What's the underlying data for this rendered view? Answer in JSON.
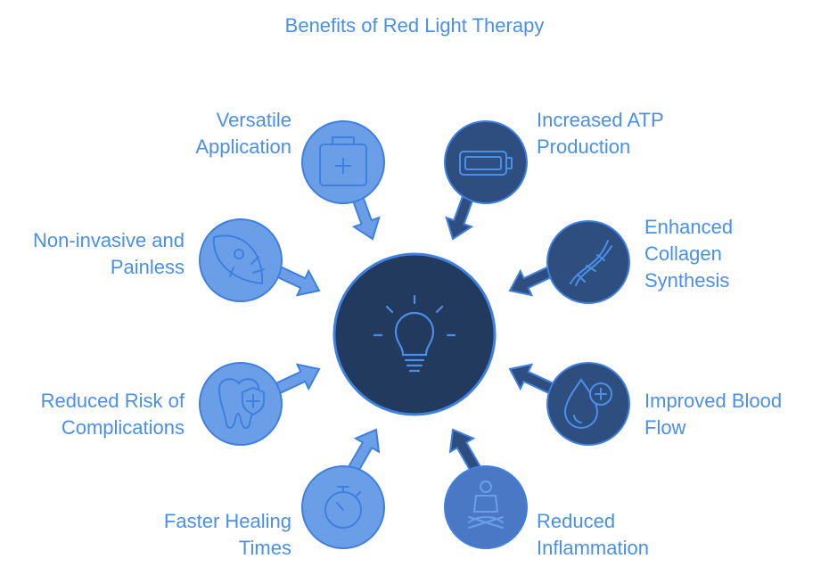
{
  "title": "Benefits of Red Light Therapy",
  "center": {
    "icon": "lightbulb-icon"
  },
  "benefits": [
    {
      "line1": "Versatile",
      "line2": "Application",
      "icon": "first-aid-kit-icon"
    },
    {
      "line1": "Increased ATP",
      "line2": "Production",
      "icon": "battery-icon"
    },
    {
      "line1": "Non-invasive and",
      "line2": "Painless",
      "icon": "feather-icon"
    },
    {
      "line1": "Enhanced",
      "line2": "Collagen",
      "line3": "Synthesis",
      "icon": "dna-icon"
    },
    {
      "line1": "Reduced Risk of",
      "line2": "Complications",
      "icon": "tooth-shield-icon"
    },
    {
      "line1": "Improved Blood",
      "line2": "Flow",
      "icon": "blood-drop-plus-icon"
    },
    {
      "line1": "Faster Healing",
      "line2": "Times",
      "icon": "stopwatch-icon"
    },
    {
      "line1": "Reduced",
      "line2": "Inflammation",
      "icon": "meditation-icon"
    }
  ],
  "colors": {
    "title": "#4a8fe8",
    "label": "#4a8fe8",
    "center_fill": "#213a5e",
    "light_fill": "#6a9ee6",
    "dark_fill": "#2f4e80",
    "stroke": "#3f7fe0"
  }
}
